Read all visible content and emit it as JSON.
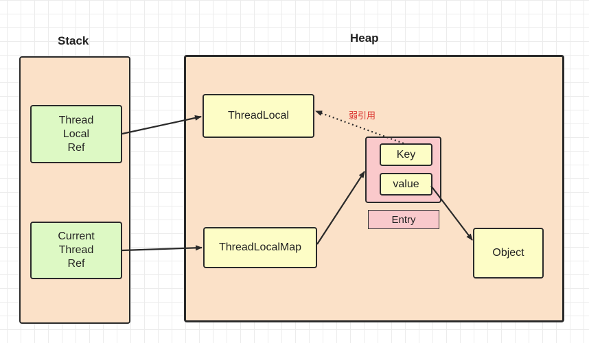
{
  "stack": {
    "title": "Stack",
    "thread_local_ref": "Thread\nLocal\nRef",
    "current_thread_ref": "Current\nThread\nRef"
  },
  "heap": {
    "title": "Heap",
    "thread_local": "ThreadLocal",
    "thread_local_map": "ThreadLocalMap",
    "entry": {
      "key": "Key",
      "value": "value",
      "label": "Entry"
    },
    "object": "Object",
    "weak_ref_label": "弱引用"
  },
  "colors": {
    "region_fill": "#fbe1c8",
    "ref_fill": "#ddf9c4",
    "heap_box_fill": "#fdfdc6",
    "entry_fill": "#fac9cb",
    "weak_ref_text": "#d9302c"
  }
}
